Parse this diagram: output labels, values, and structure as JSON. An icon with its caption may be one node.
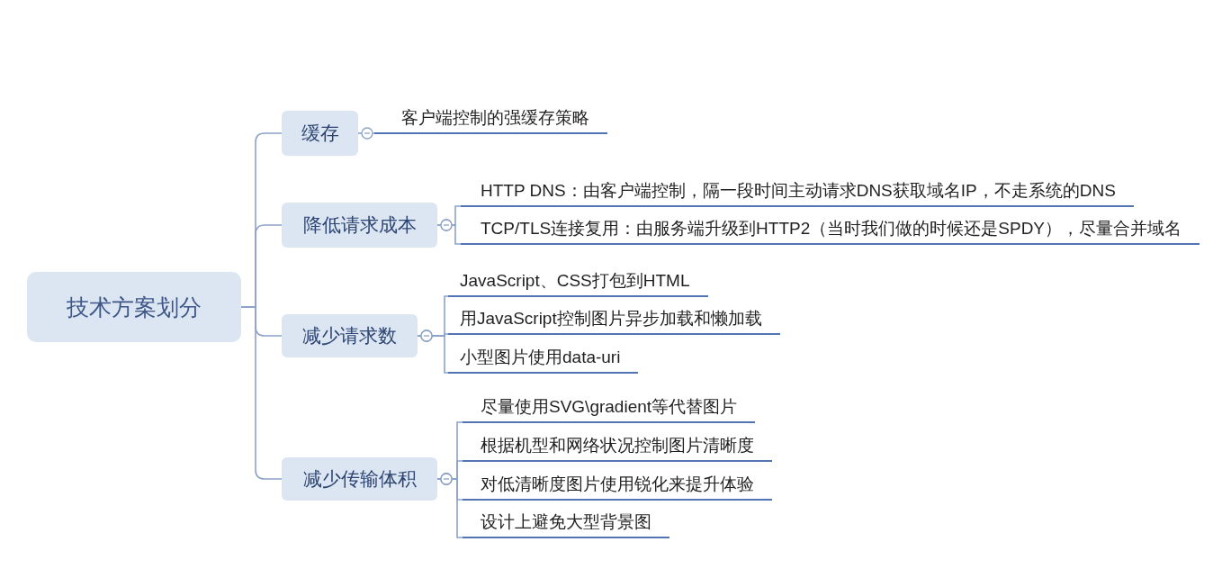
{
  "diagram": {
    "nodes": [
      {
        "text": [
          "技术方案划分"
        ]
      },
      {
        "text": [
          "缓存"
        ]
      },
      {
        "text": [
          "客户端控制的强缓存策略"
        ]
      },
      {
        "text": [
          "降低请求成本"
        ]
      },
      {
        "text": [
          "HTTP DNS：由客户端控制，隔一段时间主动请求DNS获取域名IP，不走系统的DNS"
        ]
      },
      {
        "text": [
          "TCP/TLS连接复用：由服务端升级到HTTP2（当时我们做的时候还是SPDY），尽量合并域名"
        ]
      },
      {
        "text": [
          "减少请求数"
        ]
      },
      {
        "text": [
          "JavaScript、CSS打包到HTML"
        ]
      },
      {
        "text": [
          "用JavaScript控制图片异步加载和懒加载"
        ]
      },
      {
        "text": [
          "小型图片使用data-uri"
        ]
      },
      {
        "text": [
          "减少传输体积"
        ]
      },
      {
        "text": [
          "尽量使用SVG\\gradient等代替图片"
        ]
      },
      {
        "text": [
          "根据机型和网络状况控制图片清晰度"
        ]
      },
      {
        "text": [
          "对低清晰度图片使用锐化来提升体验"
        ]
      },
      {
        "text": [
          "设计上避免大型背景图"
        ]
      }
    ],
    "edges": [
      {
        "from": 0,
        "to": 1,
        "arrow": "none"
      },
      {
        "from": 0,
        "to": 3,
        "arrow": "none"
      },
      {
        "from": 0,
        "to": 6,
        "arrow": "none"
      },
      {
        "from": 0,
        "to": 10,
        "arrow": "none"
      },
      {
        "from": 1,
        "to": 2,
        "arrow": "other"
      },
      {
        "from": 3,
        "to": 4,
        "arrow": "other"
      },
      {
        "from": 3,
        "to": 5,
        "arrow": "other"
      },
      {
        "from": 6,
        "to": 7,
        "arrow": "other"
      },
      {
        "from": 6,
        "to": 8,
        "arrow": "other"
      },
      {
        "from": 6,
        "to": 9,
        "arrow": "other"
      },
      {
        "from": 10,
        "to": 11,
        "arrow": "other"
      },
      {
        "from": 10,
        "to": 12,
        "arrow": "other"
      },
      {
        "from": 10,
        "to": 13,
        "arrow": "other"
      },
      {
        "from": 10,
        "to": 14,
        "arrow": "other"
      }
    ]
  }
}
